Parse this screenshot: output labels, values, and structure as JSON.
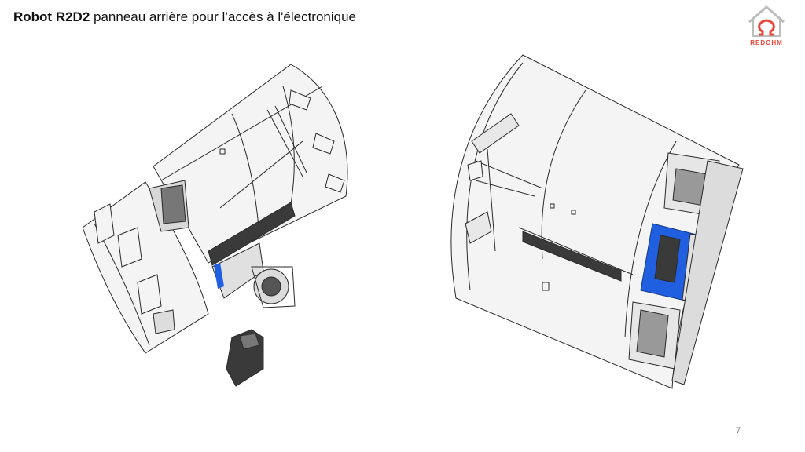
{
  "slide": {
    "title_bold": "Robot R2D2",
    "title_rest": " panneau arrière pour l’accès à l'électronique",
    "page_number": "7"
  },
  "logo": {
    "text": "REDOHM",
    "color": "#e8463a",
    "house_color": "#bdbdbd",
    "icon": "omega-house-logo-icon"
  },
  "figure": {
    "line_color": "#2a2a2a",
    "panel_fill": "#f4f4f4",
    "shadow_fill": "#3a3a3a",
    "accent_blue": "#1f5fe0"
  }
}
